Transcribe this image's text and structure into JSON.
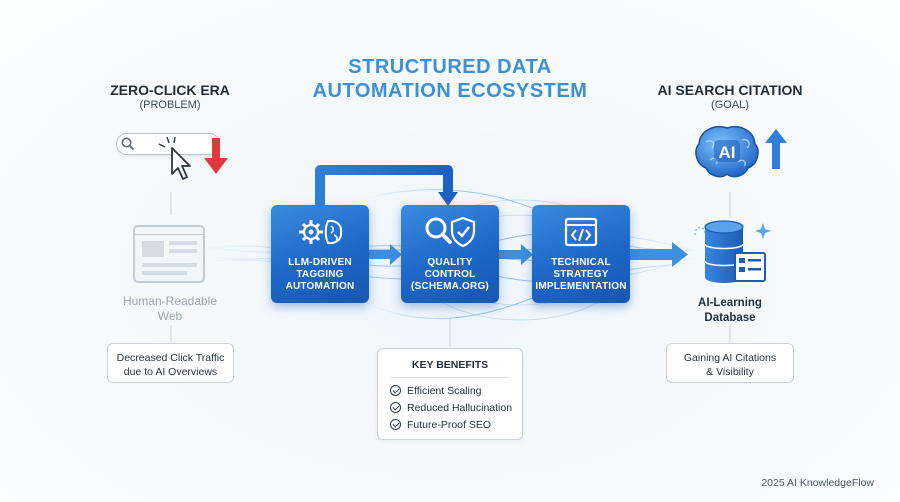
{
  "title_line1": "STRUCTURED DATA",
  "title_line2": "AUTOMATION ECOSYSTEM",
  "left": {
    "title": "ZERO-CLICK ERA",
    "subtitle": "(PROBLEM)",
    "web_label_line1": "Human-Readable",
    "web_label_line2": "Web",
    "note_line1": "Decreased Click Traffic",
    "note_line2": "due to AI Overviews"
  },
  "right": {
    "title": "AI SEARCH CITATION",
    "subtitle": "(GOAL)",
    "ai_badge": "AI",
    "db_label_line1": "AI-Learning",
    "db_label_line2": "Database",
    "note_line1": "Gaining AI Citations",
    "note_line2": "& Visibility"
  },
  "process": [
    {
      "line1": "LLM-DRIVEN",
      "line2": "TAGGING",
      "line3": "AUTOMATION",
      "icon": "gear-brain-icon"
    },
    {
      "line1": "QUALITY",
      "line2": "CONTROL",
      "line3": "(SCHEMA.ORG)",
      "icon": "magnifier-shield-icon"
    },
    {
      "line1": "TECHNICAL",
      "line2": "STRATEGY",
      "line3": "IMPLEMENTATION",
      "icon": "code-window-icon"
    }
  ],
  "benefits": {
    "heading": "KEY BENEFITS",
    "items": [
      "Efficient Scaling",
      "Reduced Hallucination",
      "Future-Proof SEO"
    ]
  },
  "footer": "2025 AI KnowledgeFlow",
  "colors": {
    "accent": "#3d8fd6",
    "box": "#1e67c7",
    "arrow_down": "#e03b3b"
  }
}
